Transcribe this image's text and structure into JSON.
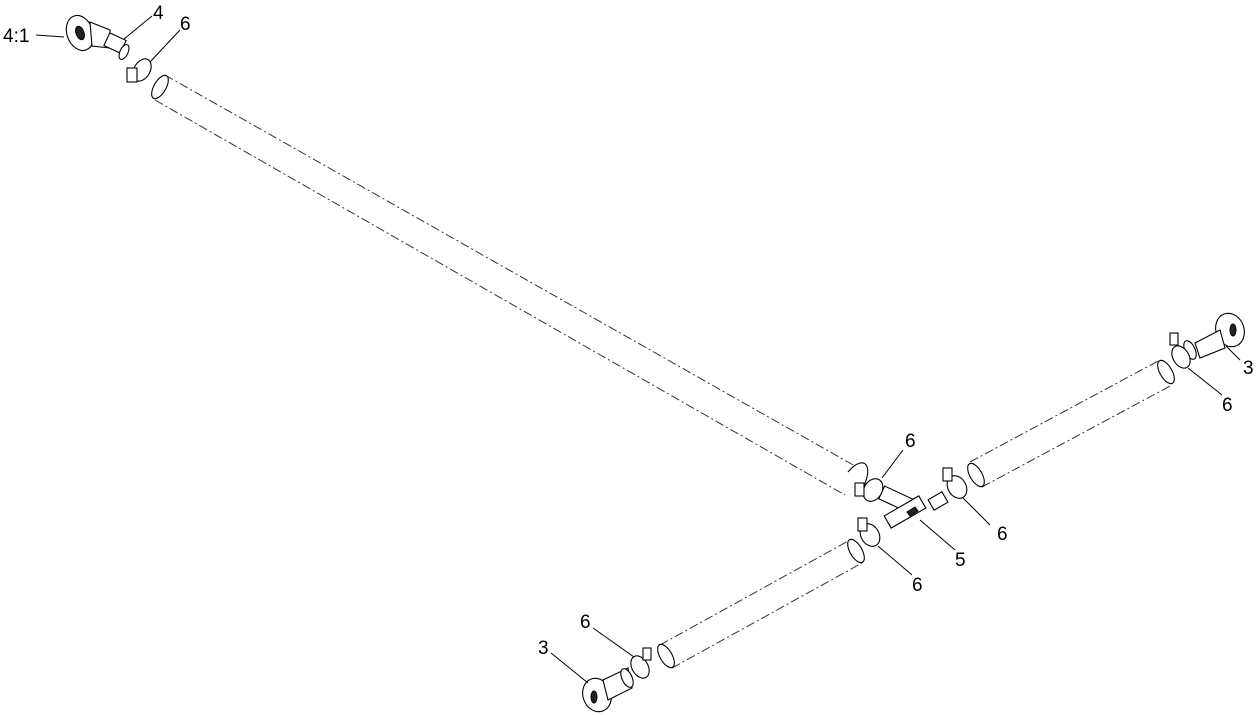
{
  "callouts": {
    "c41": "4:1",
    "c4": "4",
    "c6_top": "6",
    "c6_mid_left": "6",
    "c3_right": "3",
    "c6_right": "6",
    "c6_tee_right": "6",
    "c5": "5",
    "c6_tee_bottom": "6",
    "c6_bottom": "6",
    "c3_bottom": "3"
  }
}
